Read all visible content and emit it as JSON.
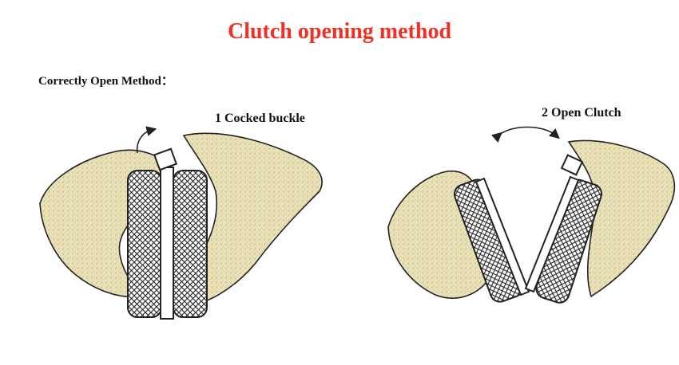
{
  "header": {
    "title": "Clutch opening method",
    "subtitle": "Correctly Open Method："
  },
  "steps": [
    {
      "label": "1 Cocked buckle"
    },
    {
      "label": "2 Open Clutch"
    }
  ],
  "colors": {
    "title": "#ee3124",
    "hand_fill": "#e8e0b6",
    "hand_speckle": "#b7a766",
    "outline": "#222222"
  }
}
